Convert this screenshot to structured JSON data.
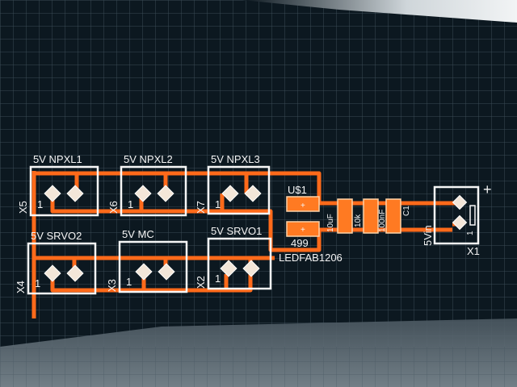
{
  "board": {
    "connectors": [
      {
        "ref": "X5",
        "name": "5V NPXL1",
        "pin": "1"
      },
      {
        "ref": "X6",
        "name": "5V NPXL2",
        "pin": "1"
      },
      {
        "ref": "X7",
        "name": "5V NPXL3",
        "pin": "1"
      },
      {
        "ref": "X4",
        "name": "5V SRVO2",
        "pin": "1"
      },
      {
        "ref": "X3",
        "name": "5V MC",
        "pin": "1"
      },
      {
        "ref": "X2",
        "name": "5V SRVO1",
        "pin": "1"
      }
    ],
    "led": {
      "ref": "U$1",
      "value": "LEDFAB1206",
      "resistor": "499"
    },
    "parts": [
      {
        "value": "10uF"
      },
      {
        "value": "10k"
      },
      {
        "value": "100nF"
      },
      {
        "value": "C1"
      }
    ],
    "power": {
      "ref": "X1",
      "name": "5Vin",
      "pin": "1",
      "plus": "+"
    }
  },
  "colors": {
    "background": "#0c1820",
    "trace": "#ff6a1a",
    "silkscreen": "#f6f6f6"
  }
}
